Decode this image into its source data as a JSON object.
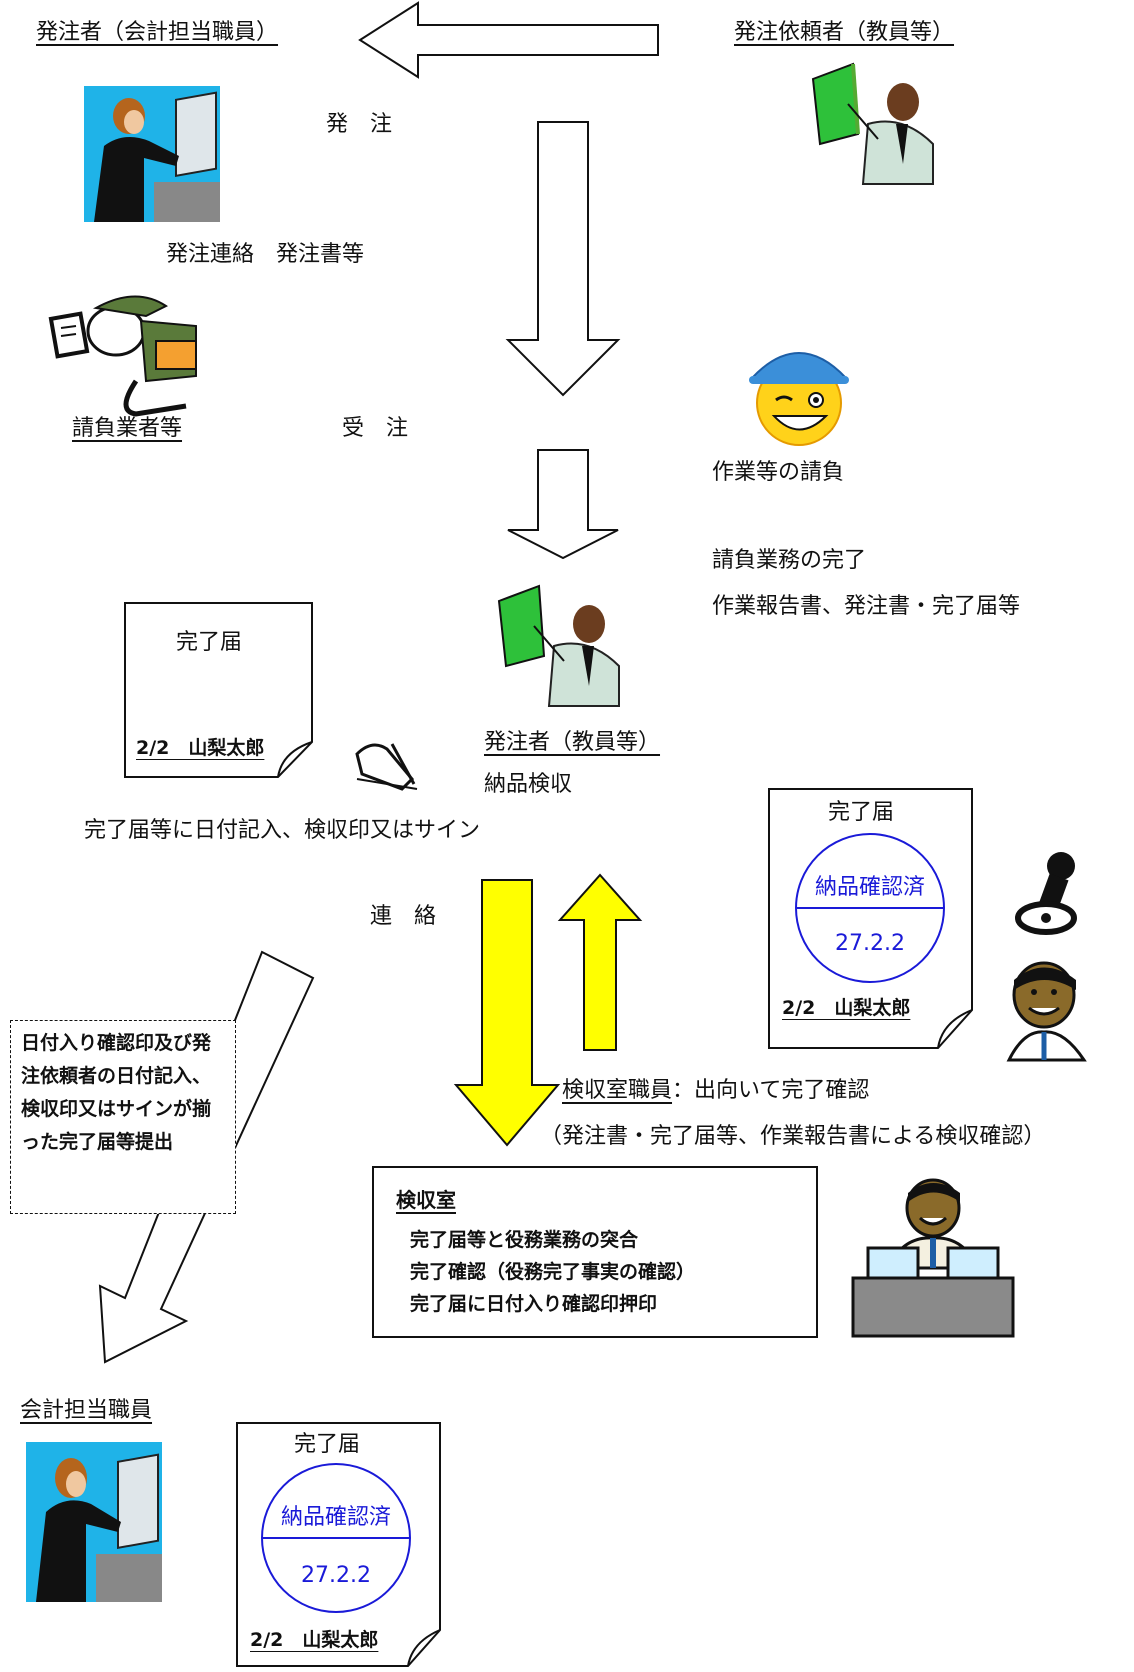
{
  "orderer_title": "発注者（会計担当職員）",
  "requester_title": "発注依頼者（教員等）",
  "order_label": "発　注",
  "order_contact": "発注連絡　発注書等",
  "contractor_title": "請負業者等",
  "accept_order": "受　注",
  "work_contract": "作業等の請負",
  "work_complete": "請負業務の完了",
  "work_docs": "作業報告書、発注書・完了届等",
  "orderer_teacher": "発注者（教員等）",
  "delivery_inspection": "納品検収",
  "date_entry_note": "完了届等に日付記入、検収印又はサイン",
  "contact_label": "連　絡",
  "inspection_staff": "検収室職員",
  "inspection_staff_note": "：出向いて完了確認",
  "inspection_docs_note": "（発注書・完了届等、作業報告書による検収確認）",
  "submission_note": "日付入り確認印及び発注依頼者の日付記入、検収印又はサインが揃った完了届等提出",
  "inspection_room": {
    "title": "検収室",
    "items": [
      "完了届等と役務業務の突合",
      "完了確認（役務完了事実の確認）",
      "完了届に日付入り確認印押印"
    ]
  },
  "accountant_title": "会計担当職員",
  "doc": {
    "title": "完了届",
    "date_name": "2/2　山梨太郎",
    "stamp_top": "納品確認済",
    "stamp_date": "27.2.2"
  },
  "colors": {
    "stamp_blue": "#1a1ad8",
    "arrow_yellow": "#ffff00",
    "outline": "#111111"
  }
}
